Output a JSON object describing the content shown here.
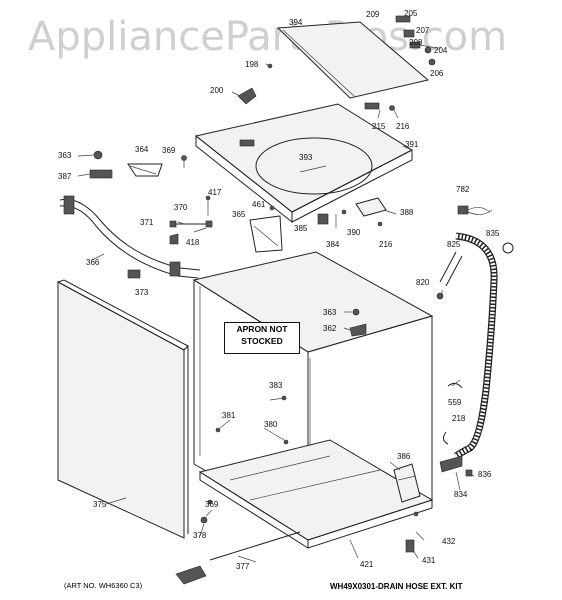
{
  "watermark": "AppliancePartsPros.com",
  "apron_note": [
    "APRON NOT",
    "STOCKED"
  ],
  "art_no": "(ART NO. WH6360 C3)",
  "kit_note": "WH49X0301-DRAIN HOSE EXT. KIT",
  "callouts": {
    "c394": "394",
    "c209": "209",
    "c205": "205",
    "c207": "207",
    "c208": "208",
    "c204": "204",
    "c206": "206",
    "c198": "198",
    "c200": "200",
    "c215": "215",
    "c216a": "216",
    "c391": "391",
    "c393": "393",
    "c363a": "363",
    "c364": "364",
    "c369a": "369",
    "c387": "387",
    "c417": "417",
    "c370": "370",
    "c371": "371",
    "c418": "418",
    "c461": "461",
    "c365": "365",
    "c385": "385",
    "c384": "384",
    "c390": "390",
    "c388": "388",
    "c216b": "216",
    "c782": "782",
    "c825": "825",
    "c835": "835",
    "c366": "366",
    "c373": "373",
    "c820": "820",
    "c363b": "363",
    "c362": "362",
    "c383": "383",
    "c559": "559",
    "c381": "381",
    "c380": "380",
    "c218": "218",
    "c386": "386",
    "c836": "836",
    "c834": "834",
    "c375": "375",
    "c369b": "369",
    "c378": "378",
    "c377": "377",
    "c421": "421",
    "c432": "432",
    "c431": "431"
  }
}
